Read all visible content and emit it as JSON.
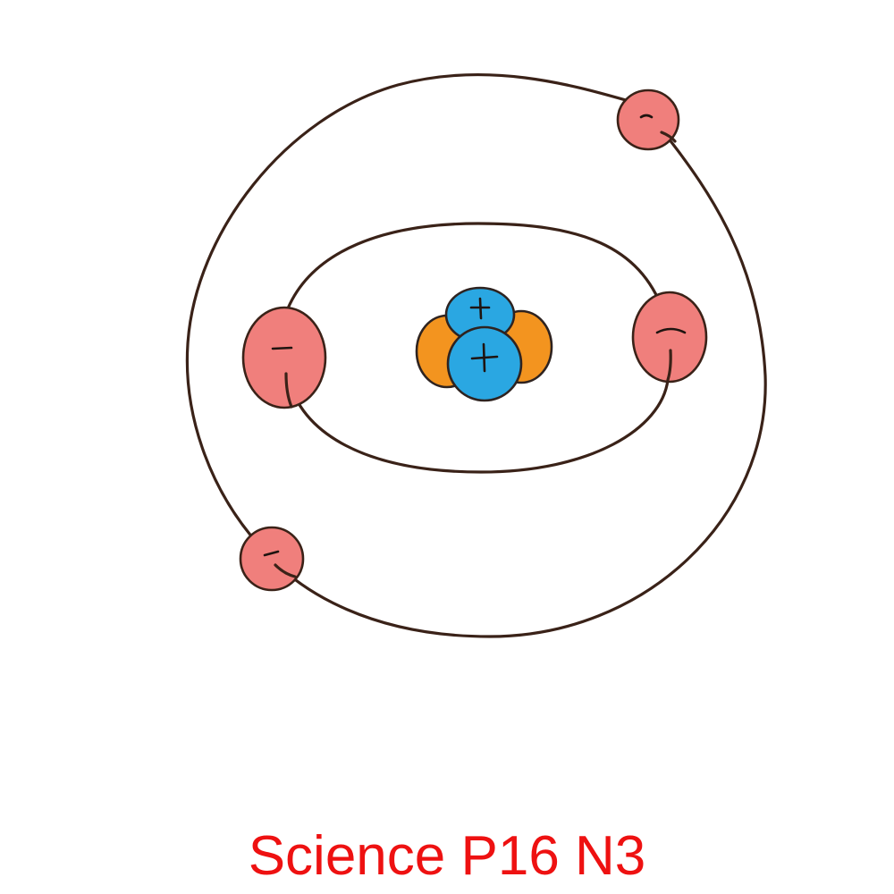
{
  "caption": "Science P16 N3",
  "colors": {
    "caption": "#ee1111",
    "orbit_line": "#3a2218",
    "electron": "#f07f7c",
    "proton": "#2aa7e2",
    "neutron": "#f3941f"
  },
  "particles": {
    "electrons": {
      "count": 4,
      "inner_shell": 2,
      "outer_shell": 2,
      "sign": "−"
    },
    "protons": {
      "count": 2,
      "sign": "+"
    },
    "neutrons": {
      "count": 2
    }
  },
  "shells": 2
}
